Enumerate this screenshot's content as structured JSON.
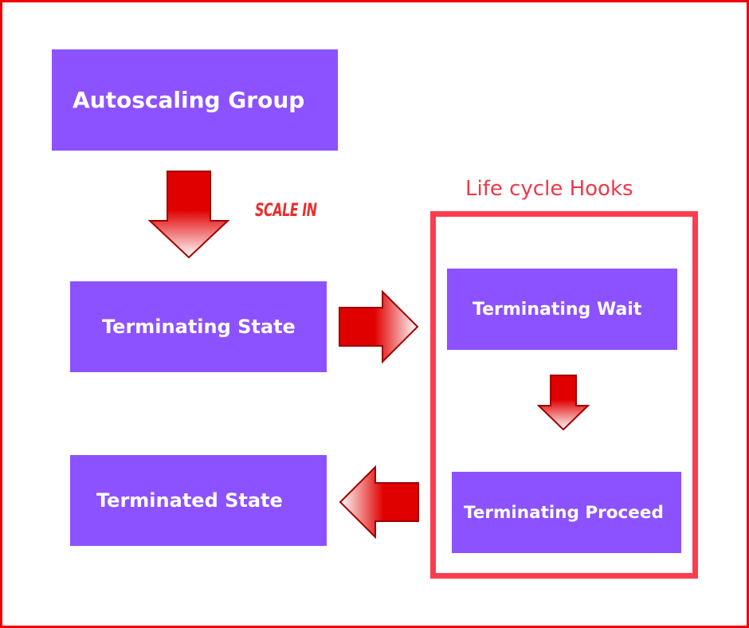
{
  "nodes": {
    "autoscaling_group": "Autoscaling Group",
    "terminating_state": "Terminating State",
    "terminating_wait": "Terminating Wait",
    "terminating_proceed": "Terminating Proceed",
    "terminated_state": "Terminated State"
  },
  "labels": {
    "scale_in": "SCALE IN",
    "lifecycle_hooks": "Life cycle Hooks"
  },
  "colors": {
    "box_fill": "#8c52ff",
    "frame_border": "#ee0000",
    "hooks_border": "#fc3d4f",
    "arrow_red": "#e10000"
  },
  "arrows": [
    {
      "from": "Autoscaling Group",
      "to": "Terminating State",
      "direction": "down"
    },
    {
      "from": "Terminating State",
      "to": "Terminating Wait",
      "direction": "right"
    },
    {
      "from": "Terminating Wait",
      "to": "Terminating Proceed",
      "direction": "down"
    },
    {
      "from": "Terminating Proceed",
      "to": "Terminated State",
      "direction": "left"
    }
  ]
}
